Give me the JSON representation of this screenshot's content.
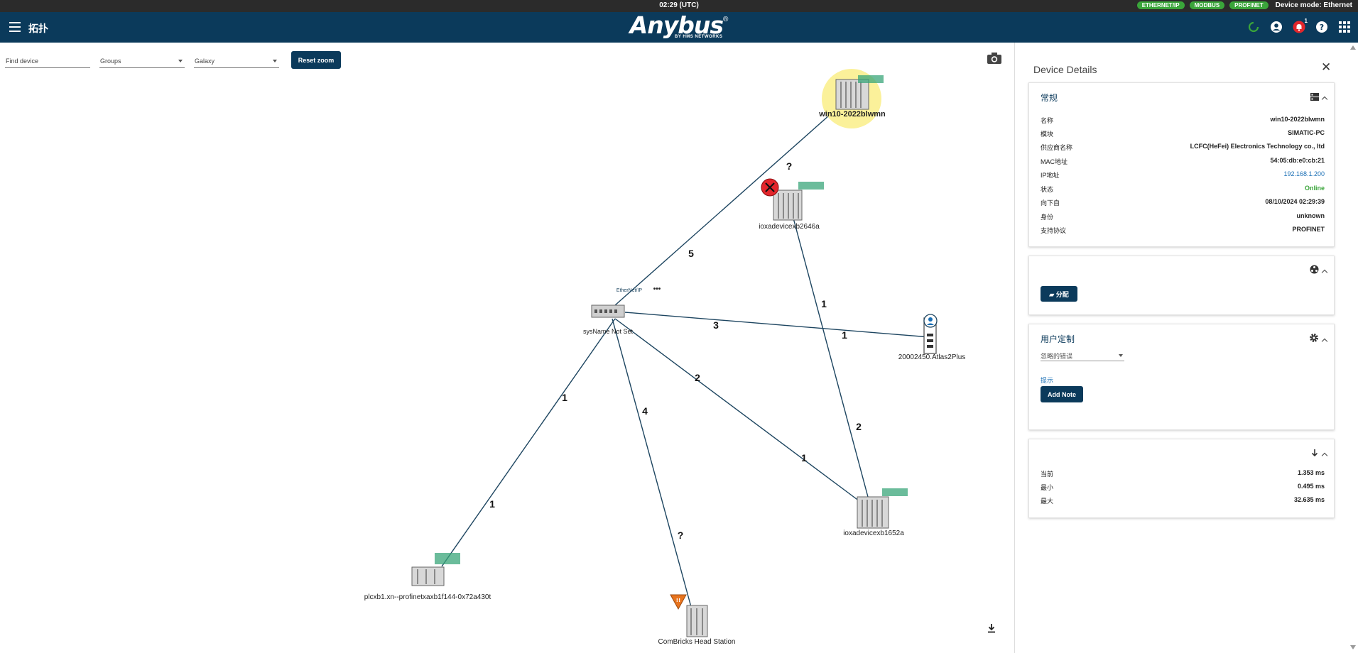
{
  "status": {
    "clock": "02:29 (UTC)",
    "protocols": [
      "ETHERNET/IP",
      "MODBUS",
      "PROFINET"
    ],
    "device_mode": "Device mode: Ethernet"
  },
  "header": {
    "title": "拓扑",
    "logo_text": "Anybus",
    "logo_reg": "®",
    "logo_sub": "BY HMS NETWORKS",
    "notification_count": "1"
  },
  "toolbar": {
    "find_placeholder": "Find device",
    "groups_placeholder": "Groups",
    "layout_value": "Galaxy",
    "reset_zoom_label": "Reset zoom"
  },
  "topology": {
    "nodes": {
      "win10": "win10-2022blwmn",
      "ioxa2646": "ioxadevicexb2646a",
      "switch": "sysName Not Set",
      "switch_protocol": "EtherNet/IP",
      "switch_more": "•••",
      "atlas": "20002450.Atlas2Plus",
      "ioxa1652": "ioxadevicexb1652a",
      "plc": "plcxb1.xn--profinetxaxb1f144-0x72a430t",
      "combricks": "ComBricks Head Station",
      "warn_mark": "!!"
    },
    "edge_labels": {
      "win10_q": "?",
      "win10_5": "5",
      "ioxa_1": "1",
      "atlas_3": "3",
      "atlas_1": "1",
      "ioxa1652_2a": "2",
      "ioxa1652_2b": "2",
      "ioxa1652_1": "1",
      "plc_1a": "1",
      "plc_1b": "1",
      "comb_4": "4",
      "comb_q": "?"
    }
  },
  "panel": {
    "title": "Device Details",
    "general": {
      "heading": "常规",
      "rows": [
        {
          "k": "名称",
          "v": "win10-2022blwmn"
        },
        {
          "k": "模块",
          "v": "SIMATIC-PC"
        },
        {
          "k": "供应商名称",
          "v": "LCFC(HeFei) Electronics Technology co., ltd"
        },
        {
          "k": "MAC地址",
          "v": "54:05:db:e0:cb:21"
        },
        {
          "k": "IP地址",
          "v": "192.168.1.200"
        },
        {
          "k": "状态",
          "v": "Online"
        },
        {
          "k": "向下自",
          "v": "08/10/2024 02:29:39"
        },
        {
          "k": "身份",
          "v": "unknown"
        },
        {
          "k": "支持协议",
          "v": "PROFINET"
        }
      ]
    },
    "assign_label": "分配",
    "custom": {
      "heading": "用户定制",
      "ignore_errors": "忽略的错误",
      "hint": "提示",
      "add_note": "Add Note"
    },
    "latency": {
      "rows": [
        {
          "k": "当前",
          "v": "1.353 ms"
        },
        {
          "k": "最小",
          "v": "0.495 ms"
        },
        {
          "k": "最大",
          "v": "32.635 ms"
        }
      ]
    }
  },
  "colors": {
    "header_bg": "#0b3a5b",
    "badge_green": "#3aa53a",
    "edge_line": "#1d4560",
    "link_blue": "#1a6fb5",
    "highlight": "#fbf19a",
    "error_red": "#e3262b"
  }
}
